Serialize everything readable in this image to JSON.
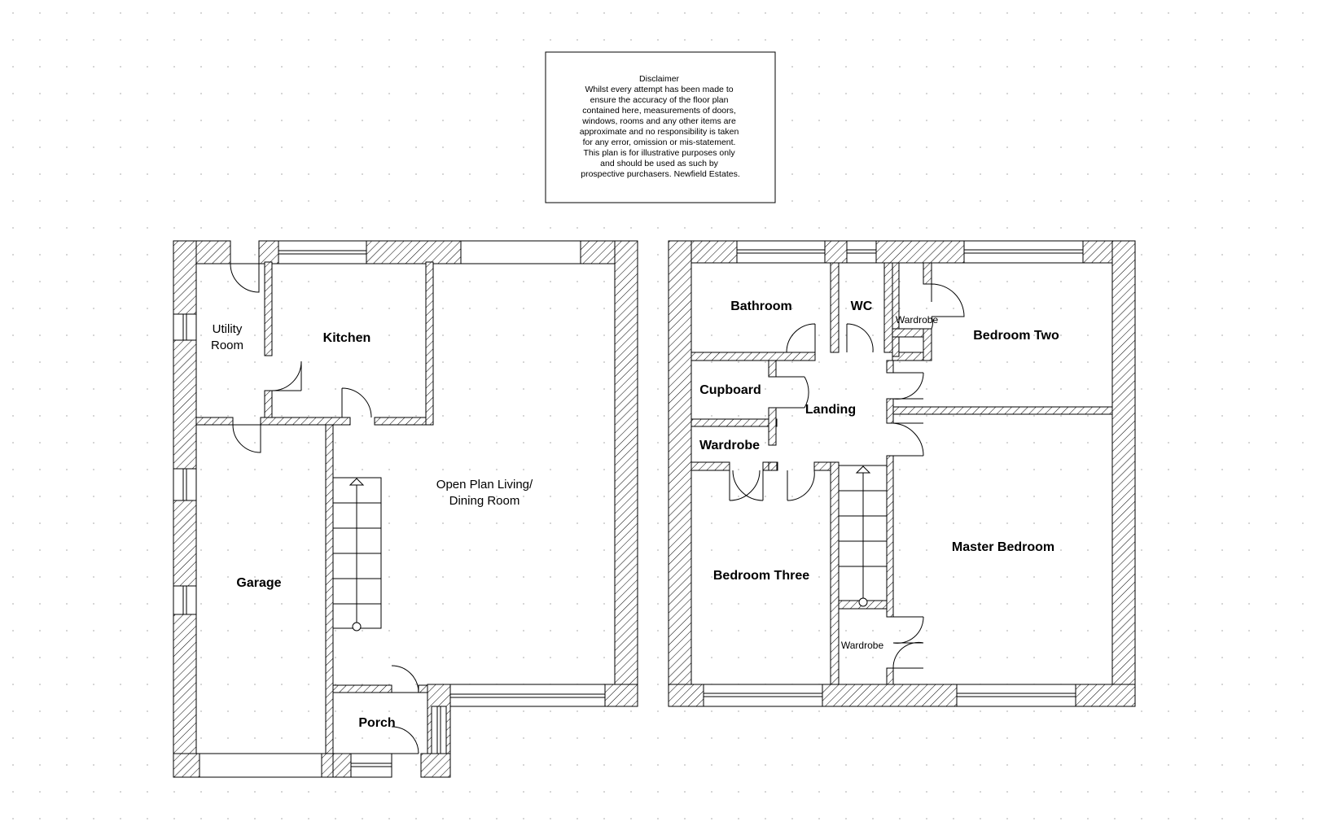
{
  "disclaimer": {
    "lines": [
      "Disclaimer",
      "Whilst every attempt has been made to",
      "ensure the accuracy of the floor plan",
      "contained here, measurements of doors,",
      "windows, rooms and any other items are",
      "approximate and no responsibility is taken",
      "for any error, omission or mis-statement.",
      "This plan is for illustrative purposes only",
      "and should be used as such by",
      "prospective purchasers. Newfield Estates."
    ]
  },
  "ground_floor": {
    "rooms": {
      "utility_l1": "Utility",
      "utility_l2": "Room",
      "kitchen": "Kitchen",
      "garage": "Garage",
      "living_l1": "Open Plan Living/",
      "living_l2": "Dining Room",
      "porch": "Porch"
    }
  },
  "first_floor": {
    "rooms": {
      "bathroom": "Bathroom",
      "wc": "WC",
      "wardrobe_top": "Wardrobe",
      "bedroom_two": "Bedroom Two",
      "cupboard": "Cupboard",
      "landing": "Landing",
      "wardrobe_left": "Wardrobe",
      "bedroom_three": "Bedroom Three",
      "master_bedroom": "Master Bedroom",
      "wardrobe_bottom": "Wardrobe"
    }
  },
  "colors": {
    "line": "#000000",
    "hatch": "#000000",
    "background": "#ffffff",
    "grid_dot": "#b8b8b8"
  }
}
